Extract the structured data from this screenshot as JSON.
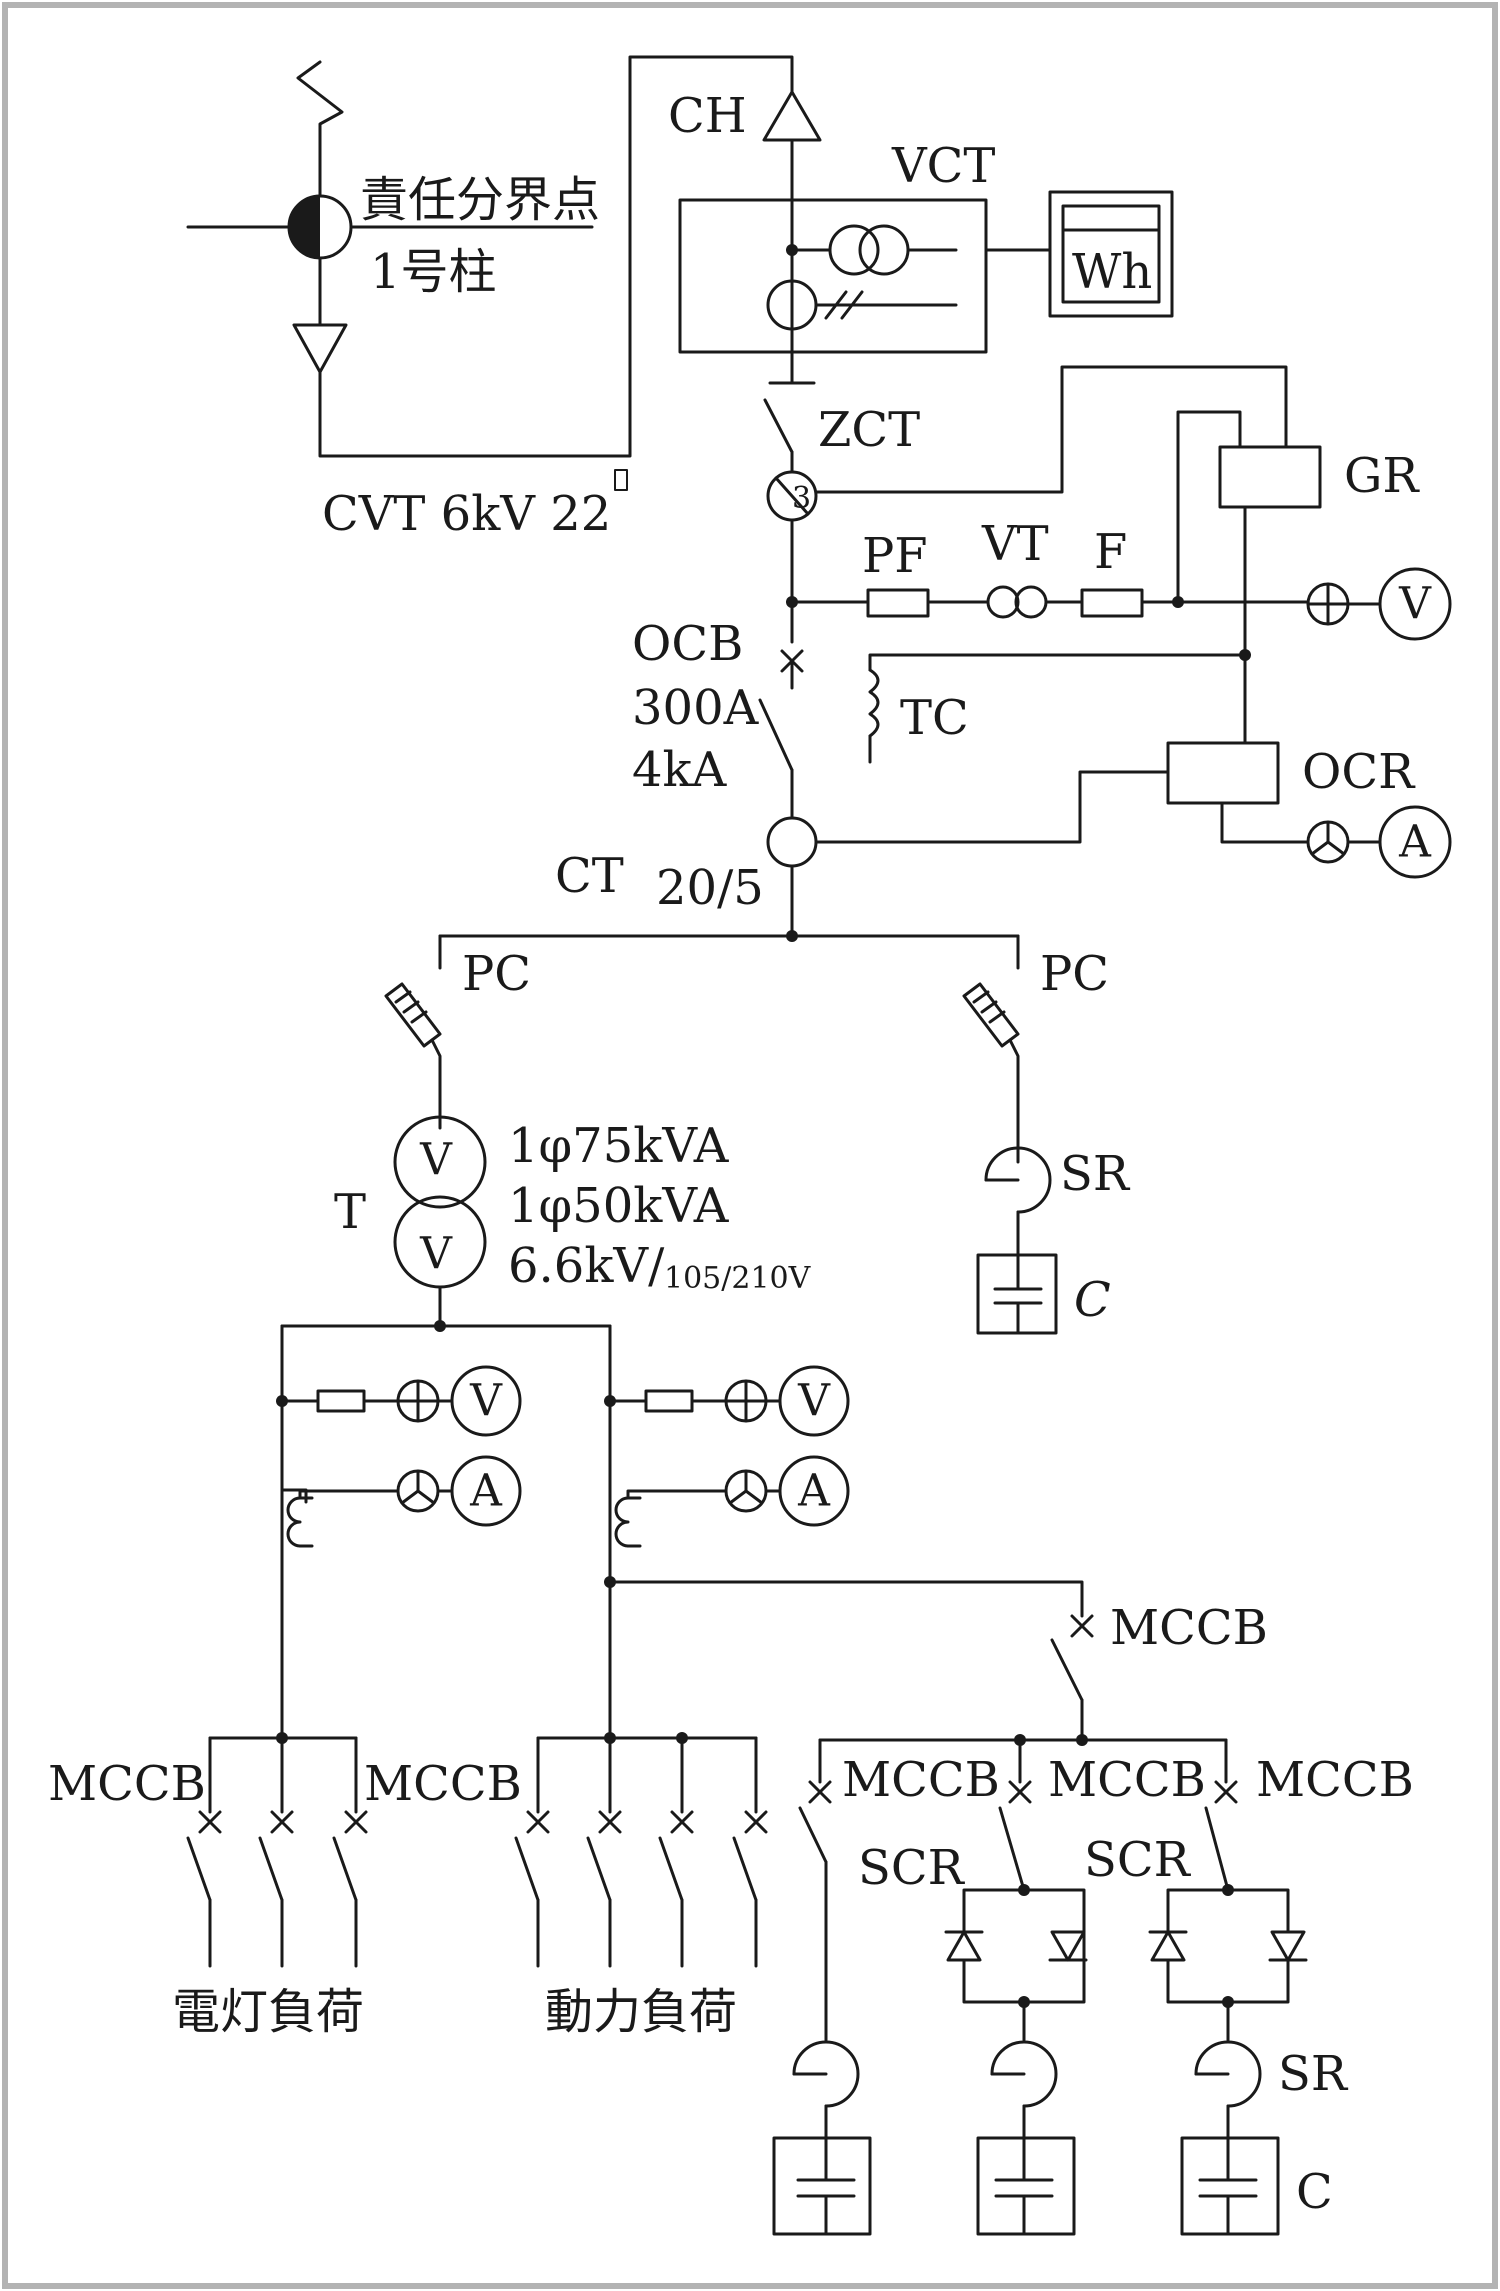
{
  "labels": {
    "responsibility_point": "責任分界点",
    "pole": "1号柱",
    "cable": "CVT 6kV 22",
    "ch": "CH",
    "vct": "VCT",
    "wh": "Wh",
    "zct": "ZCT",
    "gr": "GR",
    "pf": "PF",
    "vt": "VT",
    "f": "F",
    "ocb": "OCB",
    "ocb_rating": "300A",
    "ocb_breaking": "4kA",
    "tc": "TC",
    "ocr": "OCR",
    "ct": "CT",
    "ct_ratio": "20/5",
    "pc_left": "PC",
    "pc_right": "PC",
    "t": "T",
    "t_cap1": "1φ75kVA",
    "t_cap2": "1φ50kVA",
    "t_volt_main": "6.6kV/",
    "t_volt_sub": "105/210V",
    "sr_hv": "SR",
    "c_hv": "C",
    "mccb_main": "MCCB",
    "mccb_light_left": "MCCB",
    "mccb_light_right": "MCCB",
    "mccb_scr1": "MCCB",
    "mccb_scr2": "MCCB",
    "mccb_scr3": "MCCB",
    "scr1": "SCR",
    "scr2": "SCR",
    "sr_lv": "SR",
    "c_lv": "C",
    "lighting_load": "電灯負荷",
    "power_load": "動力負荷"
  },
  "meters": {
    "voltmeter_hv": "V",
    "ammeter_hv": "A",
    "transformer_top": "V",
    "transformer_bottom": "V",
    "voltmeter_lv1": "V",
    "ammeter_lv1": "A",
    "voltmeter_lv2": "V",
    "ammeter_lv2": "A"
  },
  "colors": {
    "frame": "#b3b3b3",
    "line": "#1a1a1a",
    "background": "#ffffff"
  }
}
